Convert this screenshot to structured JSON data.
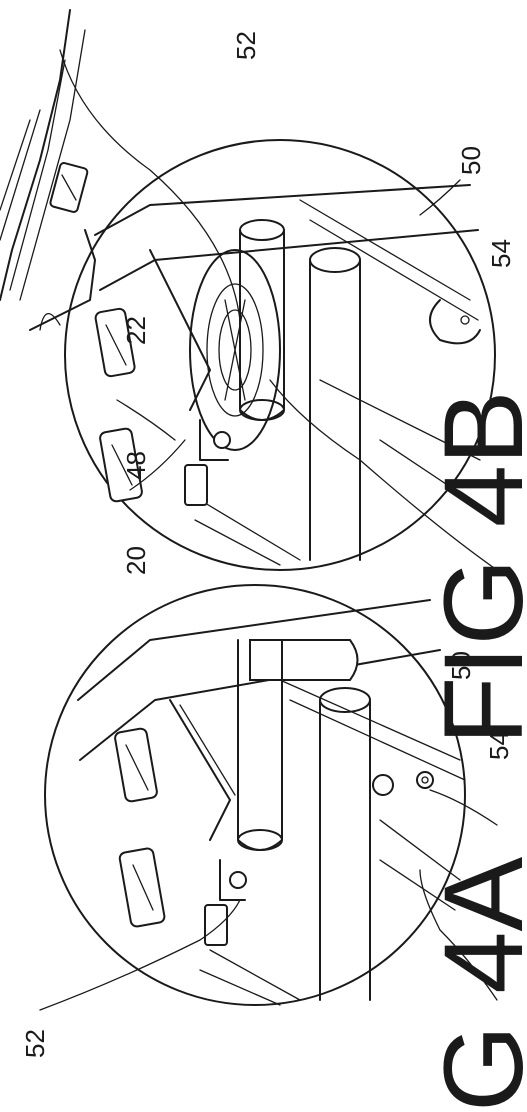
{
  "figures": {
    "left_fig_label": "G 4A",
    "right_fig_label": "FIG 4B"
  },
  "references": {
    "r52_left": "52",
    "r54_left": "54",
    "r50_left": "50",
    "r20": "20",
    "r48": "48",
    "r22": "22",
    "r52_right": "52",
    "r50_right": "50",
    "r54_right": "54"
  },
  "colors": {
    "ink": "#1a1a1a",
    "paper": "#ffffff"
  }
}
